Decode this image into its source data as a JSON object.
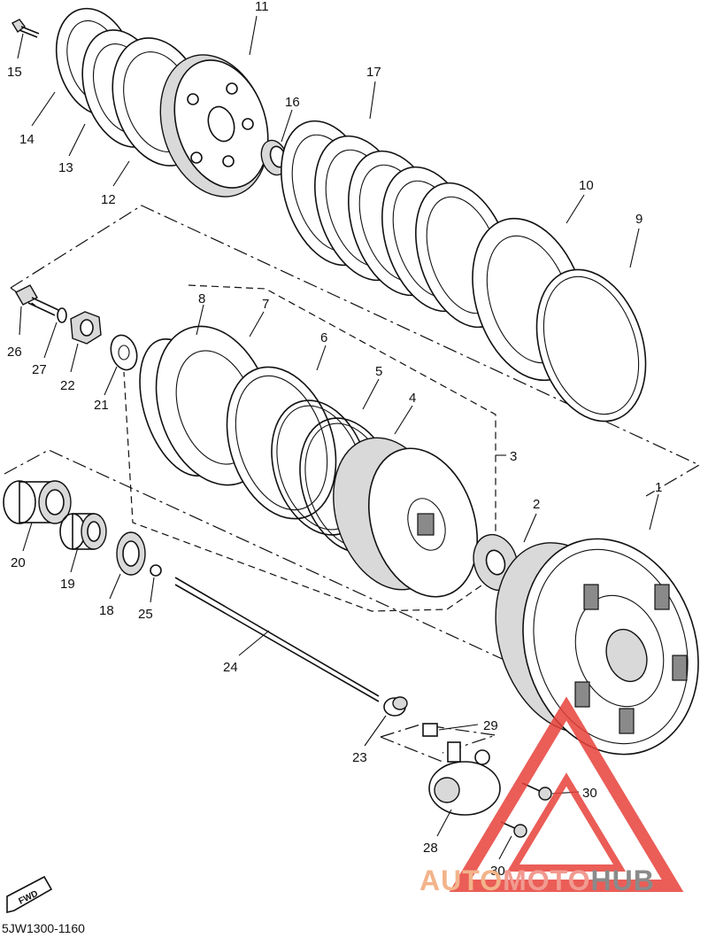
{
  "diagram": {
    "part_numbers": [
      "1",
      "2",
      "3",
      "4",
      "5",
      "6",
      "7",
      "8",
      "9",
      "10",
      "11",
      "12",
      "13",
      "14",
      "15",
      "16",
      "17",
      "18",
      "19",
      "20",
      "21",
      "22",
      "23",
      "24",
      "25",
      "26",
      "27",
      "28",
      "29",
      "30",
      "30"
    ],
    "fwd_label": "FWD",
    "diagram_code": "5JW1300-1160"
  },
  "watermark": {
    "part1": "AUTO",
    "part2": "MOTO",
    "part3": "HUB",
    "colors": {
      "part1": "#f2b48a",
      "part2": "#f19a90",
      "part3": "#8a8a8a",
      "triangle": "#e8413a"
    }
  }
}
